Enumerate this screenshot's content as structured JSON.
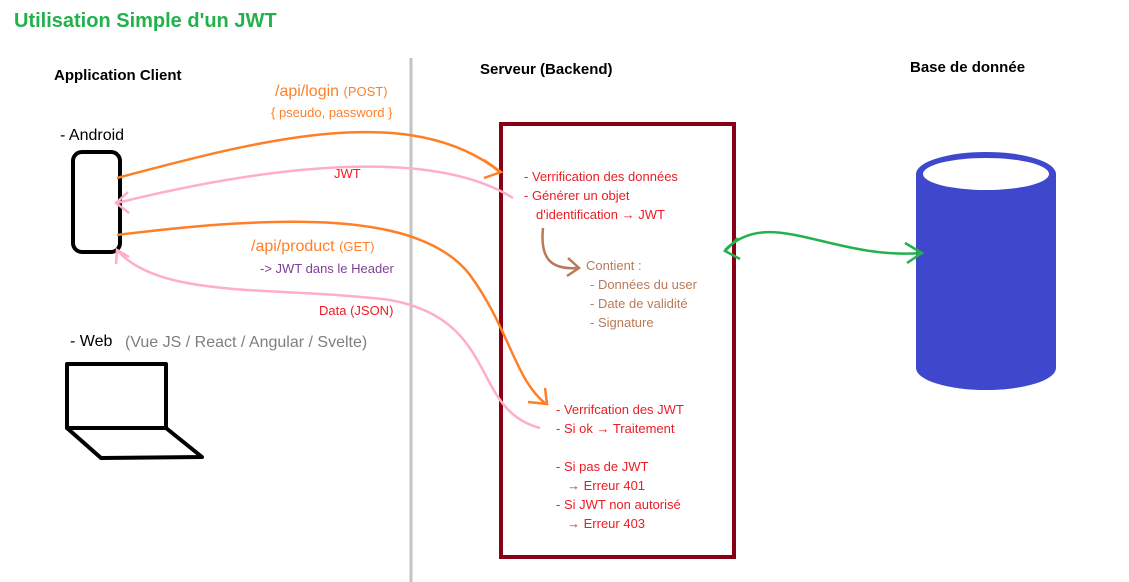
{
  "title": "Utilisation Simple d'un JWT",
  "columns": {
    "client": "Application Client",
    "server": "Serveur  (Backend)",
    "database": "Base de donnée"
  },
  "client": {
    "android": "- Android",
    "web": "- Web",
    "web_frameworks": "(Vue JS / React / Angular / Svelte)"
  },
  "requests": {
    "login_path": "/api/login",
    "login_method": "(POST)",
    "login_body": "{ pseudo, password }",
    "jwt_response": "JWT",
    "product_path": "/api/product",
    "product_method": "(GET)",
    "product_header": "-> JWT dans le Header",
    "data_response": "Data (JSON)"
  },
  "server": {
    "step1": "- Verrification des données",
    "step2a": "- Générer un objet",
    "step2b": "d'identification → JWT",
    "contains_title": "Contient :",
    "contains_items": [
      "- Données du user",
      "- Date de validité",
      "- Signature"
    ],
    "verify": "- Verrifcation des JWT",
    "ok": "- Si ok → Traitement",
    "no_jwt": "- Si pas de JWT",
    "err401": "→ Erreur 401",
    "unauth": "- Si JWT non autorisé",
    "err403": "→ Erreur 403"
  },
  "colors": {
    "title": "#22b14c",
    "server_box": "#880015",
    "database": "#3f48cc",
    "request_arrow": "#ff7f27",
    "response_arrow": "#ffaec9",
    "db_arrow": "#22b14c",
    "divider": "#c3c3c3"
  }
}
